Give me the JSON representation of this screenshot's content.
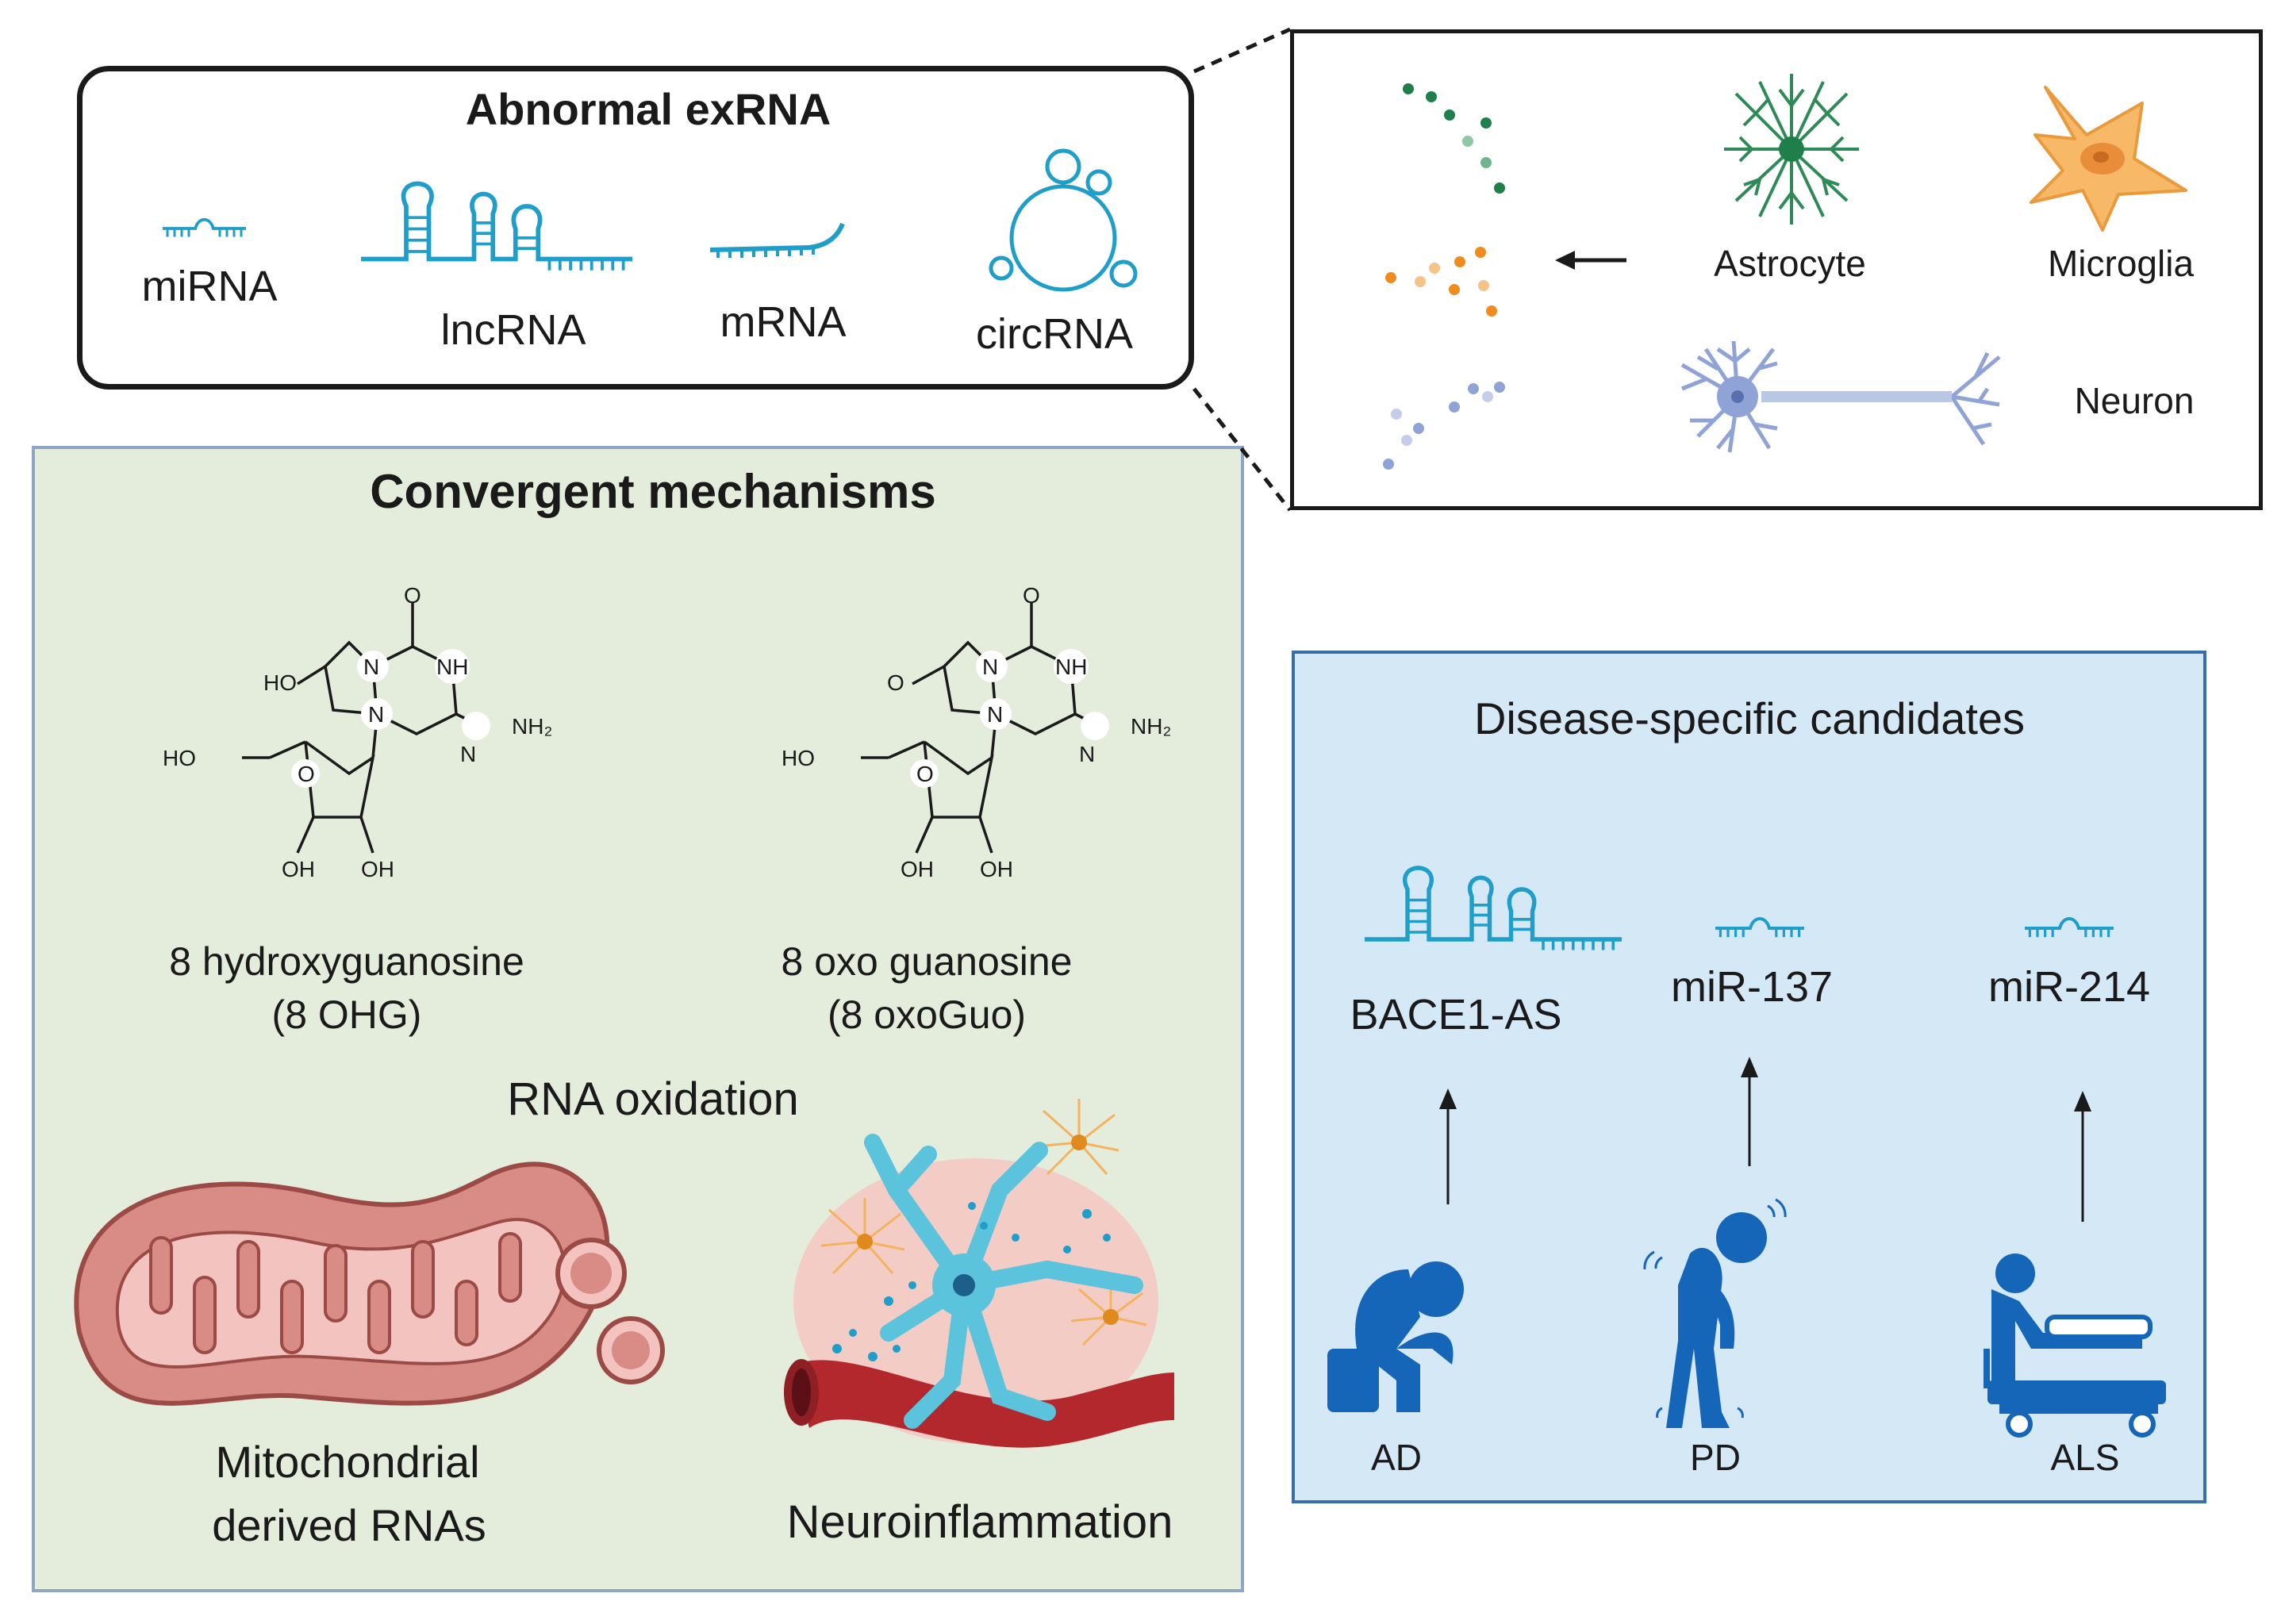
{
  "exrna": {
    "title": "Abnormal exRNA",
    "items": [
      "miRNA",
      "lncRNA",
      "mRNA",
      "circRNA"
    ]
  },
  "cells": {
    "astrocyte": "Astrocyte",
    "microglia": "Microglia",
    "neuron": "Neuron"
  },
  "convergent": {
    "title": "Convergent mechanisms",
    "molecule1": {
      "name": "8 hydroxyguanosine",
      "abbr": "(8 OHG)"
    },
    "molecule2": {
      "name": "8 oxo guanosine",
      "abbr": "(8 oxoGuo)"
    },
    "chem_labels": {
      "n": "N",
      "nh": "NH",
      "o": "O",
      "oh": "OH",
      "ho": "HO",
      "nh2": "NH₂"
    },
    "rna_oxidation": "RNA oxidation",
    "mito_line1": "Mitochondrial",
    "mito_line2": "derived RNAs",
    "neuroinflammation": "Neuroinflammation"
  },
  "disease": {
    "title": "Disease-specific candidates",
    "candidates": [
      "BACE1-AS",
      "miR-137",
      "miR-214"
    ],
    "diseases": [
      "AD",
      "PD",
      "ALS"
    ]
  },
  "colors": {
    "rna_blue": "#1f9ec9",
    "astro_green": "#2e8b57",
    "microglia_orange": "#f3b35f",
    "neuron_blue": "#8fa3d6",
    "mito_red": "#d98b85",
    "person_blue": "#1565b8"
  }
}
